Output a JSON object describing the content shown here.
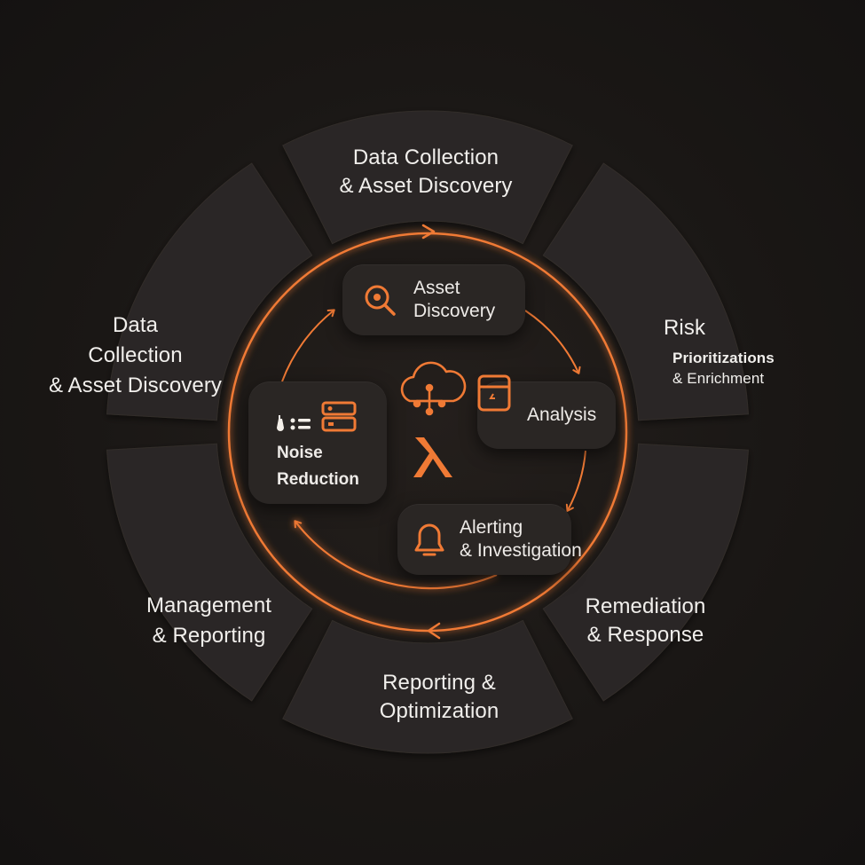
{
  "diagram": {
    "outer_segments": {
      "top": [
        "Data Collection",
        "& Asset Discovery"
      ],
      "left": [
        "Data",
        "Collection",
        "& Asset Discovery"
      ],
      "right_title": "Risk",
      "right_sub": [
        "Prioritizations",
        "& Enrichment"
      ],
      "bottom_right": [
        "Remediation",
        "& Response"
      ],
      "bottom": [
        "Reporting &",
        "Optimization"
      ],
      "bottom_left": [
        "Management",
        "& Reporting"
      ]
    },
    "cards": {
      "asset_discovery": [
        "Asset",
        "Discovery"
      ],
      "analysis": "Analysis",
      "alerting": [
        "Alerting",
        "& Investigation"
      ],
      "noise_reduction": [
        "Noise",
        "Reduction"
      ]
    },
    "icons": {
      "asset_discovery": "magnifier-icon",
      "analysis": "server-icon",
      "alerting": "bell-icon",
      "noise_reduction": "sliders-icon",
      "center_top": "cloud-network-icon",
      "center_bottom": "lambda-icon"
    },
    "colors": {
      "accent": "#f07a35",
      "segment": "#2b2725",
      "background": "#1a1715"
    }
  }
}
